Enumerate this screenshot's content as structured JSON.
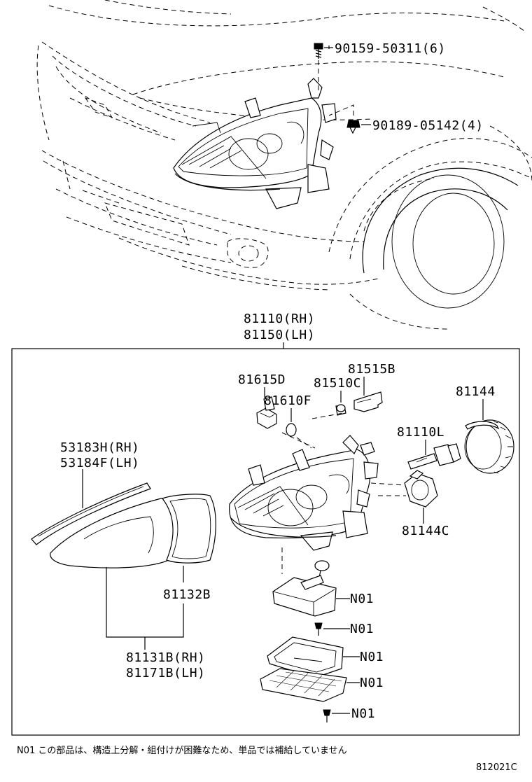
{
  "diagram": {
    "top_parts": [
      {
        "number": "90159-50311(6)"
      },
      {
        "number": "90189-05142(4)"
      }
    ],
    "assembly": {
      "rh": "81110(RH)",
      "lh": "81150(LH)"
    },
    "parts": {
      "p81615D": "81615D",
      "p81515B": "81515B",
      "p81510C": "81510C",
      "p81610F": "81610F",
      "p81144": "81144",
      "p81110L": "81110L",
      "p81144C": "81144C",
      "p53183H": "53183H(RH)",
      "p53184F": "53184F(LH)",
      "p81132B": "81132B",
      "p81131B": "81131B(RH)",
      "p81171B": "81171B(LH)",
      "n01": [
        "N01",
        "N01",
        "N01",
        "N01",
        "N01"
      ]
    },
    "footnote": "N01 この部品は、構造上分解・組付けが困難なため、単品では補給していません",
    "diagram_code": "812021C"
  }
}
